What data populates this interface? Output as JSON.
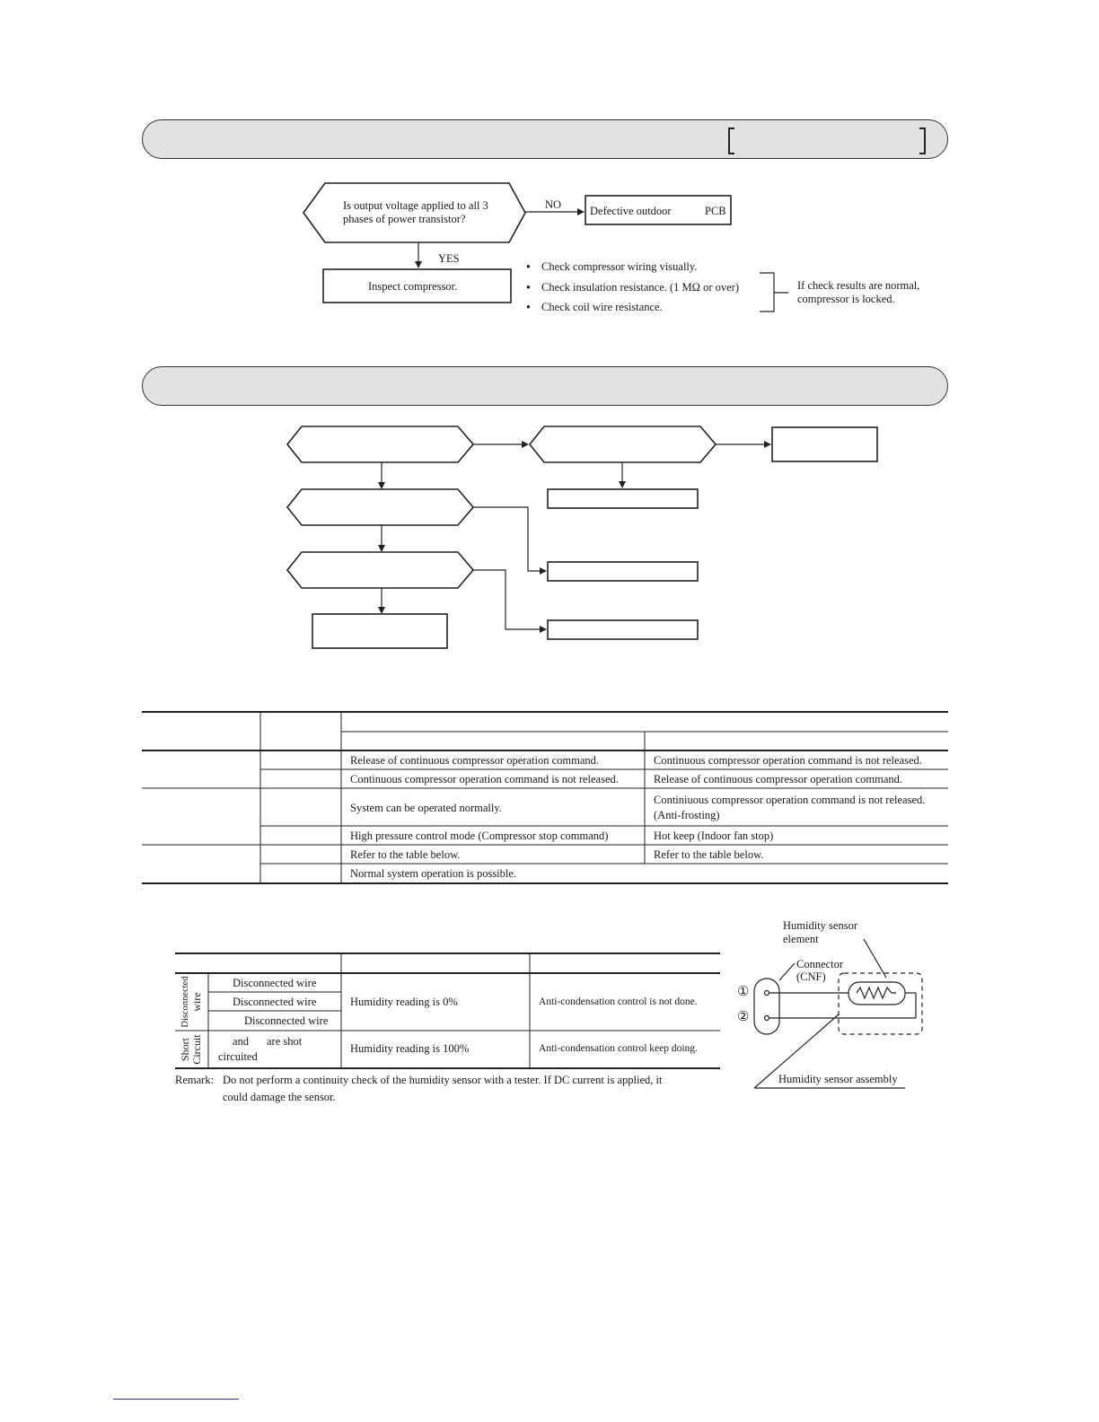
{
  "flow1": {
    "question": [
      "Is output voltage applied to all 3",
      "phases of power transistor?"
    ],
    "no_label": "NO",
    "yes_label": "YES",
    "defective_text": "Defective outdoor",
    "pcb_text": "PCB",
    "inspect_text": "Inspect compressor.",
    "checks": [
      "Check compressor wiring visually.",
      "Check insulation resistance. (1 MΩ or over)",
      "Check coil wire resistance."
    ],
    "result": [
      "If check results are normal,",
      "compressor is locked."
    ]
  },
  "sensor_table": {
    "rows": [
      {
        "col1": "Release of continuous compressor operation command.",
        "col2": "Continuous compressor operation command is not released."
      },
      {
        "col1": "Continuous compressor operation command is not released.",
        "col2": "Release of continuous compressor operation command."
      },
      {
        "col1": "System can be operated normally.",
        "col2a": "Continiuous compressor operation command is not released.",
        "col2b": "(Anti-frosting)"
      },
      {
        "col1": "High pressure control mode (Compressor stop command)",
        "col2": "Hot keep (Indoor fan stop)"
      },
      {
        "col1": "Refer to the table below.",
        "col2": "Refer to the table below."
      },
      {
        "col1": "Normal system operation is possible."
      }
    ]
  },
  "humidity_table": {
    "disconnected_group": [
      "Disconnected",
      "wire"
    ],
    "short_group": [
      "Short",
      "Circuit"
    ],
    "disc_rows": [
      "Disconnected wire",
      "Disconnected wire",
      "Disconnected wire"
    ],
    "short_row": [
      "and",
      "are shot",
      "circuited"
    ],
    "reading_disc": "Humidity reading is 0%",
    "reading_short": "Humidity reading is 100%",
    "control_disc": "Anti-condensation control is not done.",
    "control_short": "Anti-condensation control keep doing.",
    "remark_label": "Remark:",
    "remark": [
      "Do not perform a continuity check of the humidity sensor with a tester. If DC current is applied, it",
      "could damage the sensor."
    ]
  },
  "sensor_diagram": {
    "element_label": [
      "Humidity sensor",
      "element"
    ],
    "connector_label": [
      "Connector",
      "(CNF)"
    ],
    "pin1": "①",
    "pin2": "②",
    "assembly_label": "Humidity sensor assembly"
  }
}
